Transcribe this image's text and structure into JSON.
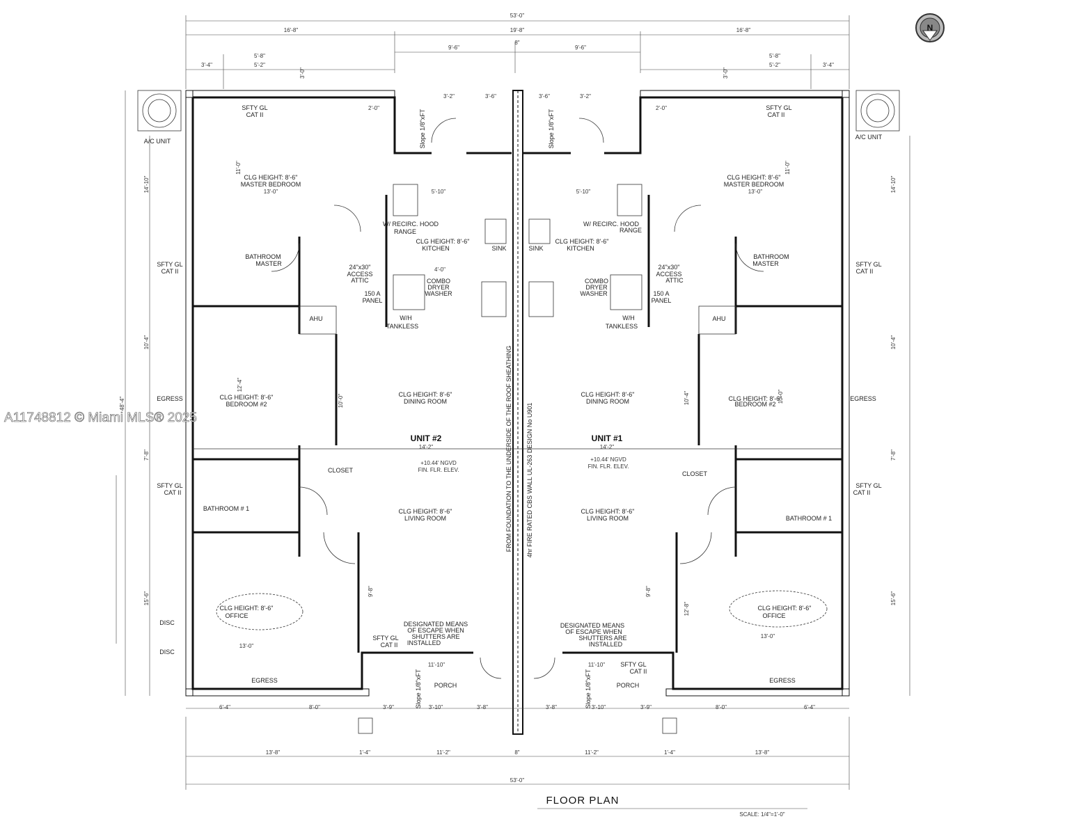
{
  "watermark": "A11748812 © Miami MLS® 2025",
  "title": "FLOOR PLAN",
  "scale": "SCALE: 1/4\"=1'-0\"",
  "north_label": "N",
  "units": {
    "left": {
      "name": "UNIT #2",
      "area": "14'-2\"",
      "elevation": "+10.44' NGVD",
      "elevation_note": "FIN. FLR. ELEV."
    },
    "right": {
      "name": "UNIT #1",
      "area": "14'-2\"",
      "elevation": "+10.44' NGVD",
      "elevation_note": "FIN. FLR. ELEV."
    }
  },
  "rooms": {
    "clg": "CLG HEIGHT: 8'-6\"",
    "master_bedroom": "MASTER BEDROOM",
    "bedroom2": "BEDROOM #2",
    "office": "OFFICE",
    "kitchen": "KITCHEN",
    "dining": "DINING ROOM",
    "living": "LIVING ROOM",
    "porch": "PORCH",
    "bath_master_1": "BATHROOM",
    "bath_master_2": "MASTER",
    "bath1": "BATHROOM # 1",
    "closet": "CLOSET",
    "ahu": "AHU",
    "ac_unit": "A/C UNIT"
  },
  "notes": {
    "sfty": "SFTY GL",
    "cat": "CAT II",
    "egress": "EGRESS",
    "hood": "W/ RECIRC. HOOD",
    "range": "RANGE",
    "sink": "SINK",
    "attic1": "24\"x30\"",
    "attic2": "ACCESS",
    "attic3": "ATTIC",
    "panel1": "150 A",
    "panel2": "PANEL",
    "combo1": "COMBO",
    "combo2": "DRYER",
    "combo3": "WASHER",
    "wh": "W/H",
    "tankless": "TANKLESS",
    "slope": "Slope 1/8\"xFT",
    "escape1": "DESIGNATED MEANS",
    "escape2": "OF ESCAPE WHEN",
    "escape3": "SHUTTERS ARE",
    "escape4": "INSTALLED",
    "disc": "DISC",
    "wall_note1": "FROM FOUNDATION TO THE UNDERSIDE OF THE ROOF SHEATHING",
    "wall_note2": "4hr FIRE RATED CBS WALL UL-263 DESIGN No U901"
  },
  "dims": {
    "overall": "53'-0\"",
    "side": "16'-8\"",
    "center": "19'-8\"",
    "half": "9'-6\"",
    "wall": "8\"",
    "d1": "3'-4\"",
    "d2": "5'-8\"",
    "d3": "5'-2\"",
    "d4": "3'-0\"",
    "d5": "3'-2\"",
    "d6": "3'-6\"",
    "d7": "14'-10\"",
    "d8": "10'-4\"",
    "d9": "7'-8\"",
    "d10": "15'-6\"",
    "d11": "48'-4\"",
    "d12": "6'-4\"",
    "d13": "8'-0\"",
    "d14": "13'-8\"",
    "d15": "1'-4\"",
    "d16": "11'-2\"",
    "d17": "13'-0\"",
    "d18": "11'-0\"",
    "d19": "12'-4\"",
    "d20": "3'-10\"",
    "d21": "3'-8\"",
    "d22": "3'-9\"",
    "d23": "11'-10\"",
    "d24": "5'-10\"",
    "d25": "4'-0\"",
    "d26": "10'-0\"",
    "d27": "9'-8\"",
    "d28": "12'-8\"",
    "d29": "2'-0\""
  }
}
